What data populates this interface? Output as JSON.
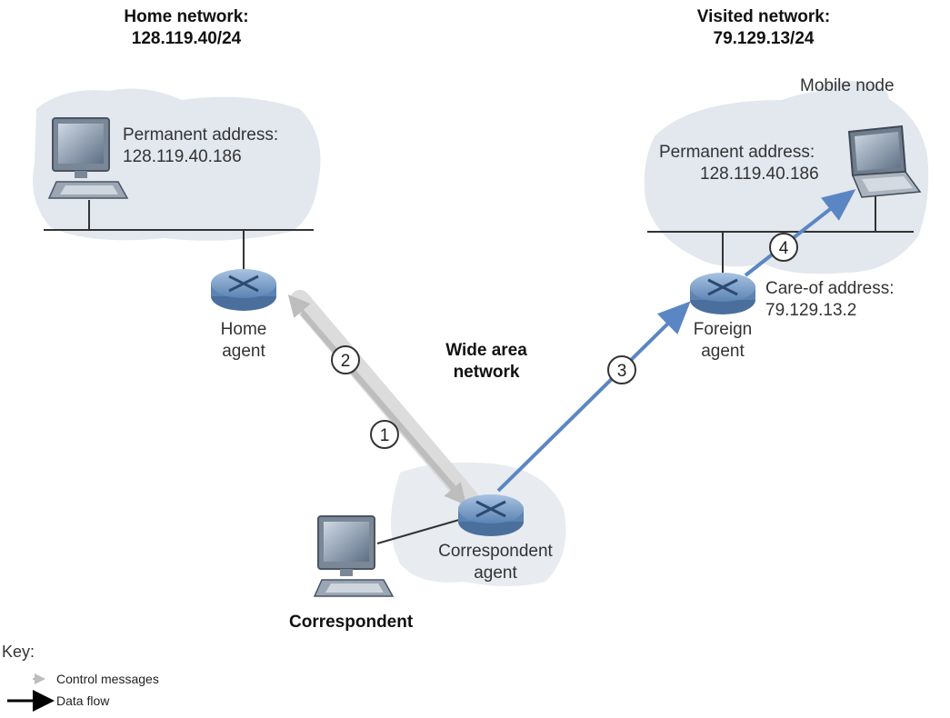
{
  "home_network": {
    "title": "Home network:",
    "prefix": "128.119.40/24"
  },
  "visited_network": {
    "title": "Visited network:",
    "prefix": "79.129.13/24"
  },
  "home_host": {
    "label": "Permanent address:",
    "address": "128.119.40.186"
  },
  "mobile_node": {
    "title": "Mobile node",
    "label": "Permanent address:",
    "address": "128.119.40.186"
  },
  "home_agent": {
    "line1": "Home",
    "line2": "agent"
  },
  "foreign_agent": {
    "line1": "Foreign",
    "line2": "agent",
    "careof_label": "Care-of address:",
    "careof_address": "79.129.13.2"
  },
  "wan": {
    "line1": "Wide area",
    "line2": "network"
  },
  "correspondent_agent": {
    "line1": "Correspondent",
    "line2": "agent"
  },
  "correspondent": {
    "label": "Correspondent"
  },
  "steps": [
    "1",
    "2",
    "3",
    "4"
  ],
  "key": {
    "title": "Key:",
    "control": "Control messages",
    "data": "Data flow"
  },
  "colors": {
    "data_flow": "#5b86c4",
    "control": "#bfbfbf",
    "router": "#7ea4cf",
    "region": "#e3e7ee",
    "link": "#333333"
  }
}
